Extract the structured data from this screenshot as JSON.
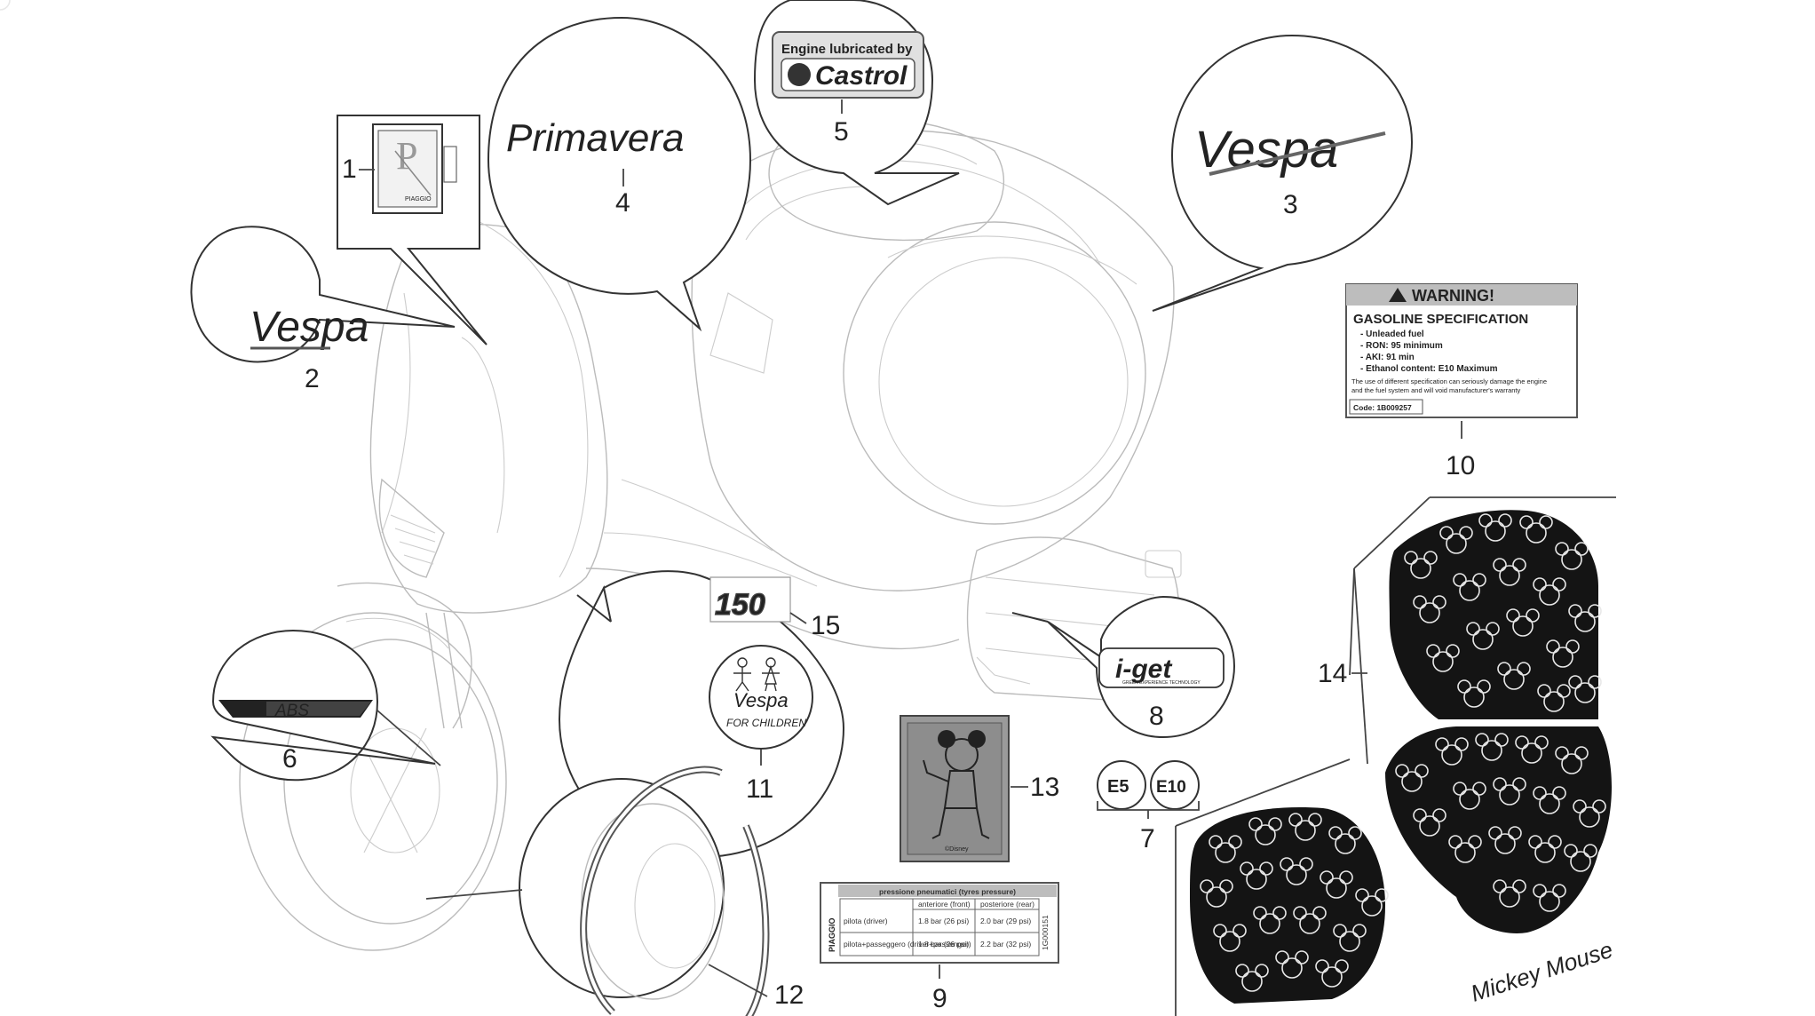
{
  "labels": {
    "l1": "1",
    "l2": "2",
    "l3": "3",
    "l4": "4",
    "l5": "5",
    "l6": "6",
    "l7": "7",
    "l8": "8",
    "l9": "9",
    "l10": "10",
    "l11": "11",
    "l12": "12",
    "l13": "13",
    "l14": "14",
    "l15": "15"
  },
  "decals": {
    "primavera": "Primavera",
    "vespa": "Vespa",
    "castrol_top": "Engine lubricated by",
    "castrol_brand": "Castrol",
    "abs": "ABS",
    "size_150": "150",
    "for_children": "FOR CHILDREN",
    "iget": "i-get",
    "iget_sub": "GREEN EXPERIENCE TECHNOLOGY",
    "e5": "E5",
    "e10": "E10",
    "mickey": "Mickey Mouse",
    "disney": "©Disney",
    "piaggio_small": "PIAGGIO"
  },
  "warning": {
    "header": "WARNING!",
    "title": "GASOLINE SPECIFICATION",
    "lines": [
      "- Unleaded fuel",
      "- RON: 95 minimum",
      "- AKI: 91 min",
      "- Ethanol content: E10 Maximum"
    ],
    "note1": "The use of different specification can seriously damage the engine",
    "note2": "and the fuel system and will void manufacturer's warranty",
    "code": "Code: 1B009257"
  },
  "tyre": {
    "title": "pressione pneumatici (tyres pressure)",
    "brand": "PIAGGIO",
    "code": "1G000151",
    "header": [
      "anteriore (front)",
      "posteriore (rear)"
    ],
    "rows": [
      {
        "label": "pilota (driver)",
        "front": "1.8 bar (26 psi)",
        "rear": "2.0 bar (29 psi)"
      },
      {
        "label": "pilota+passeggero (driver+passenger)",
        "front": "1.8 bar (26 psi)",
        "rear": "2.2 bar (32 psi)"
      }
    ]
  }
}
